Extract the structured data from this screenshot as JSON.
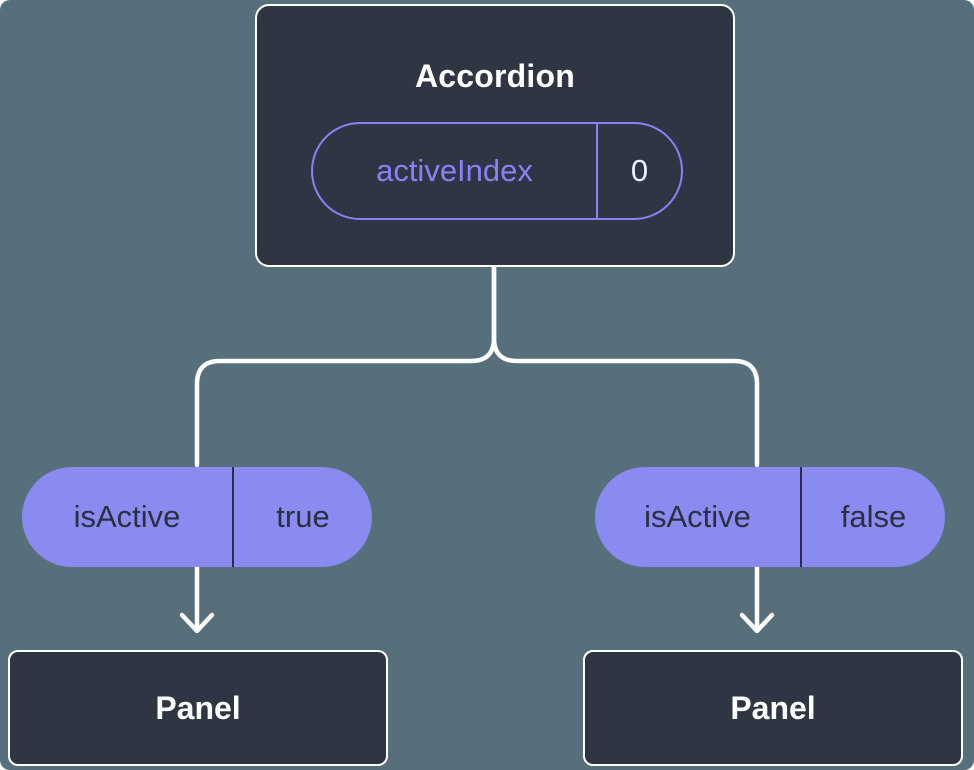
{
  "root": {
    "title": "Accordion",
    "prop_label": "activeIndex",
    "prop_value": "0"
  },
  "children": [
    {
      "prop_label": "isActive",
      "prop_value": "true",
      "node_title": "Panel"
    },
    {
      "prop_label": "isActive",
      "prop_value": "false",
      "node_title": "Panel"
    }
  ],
  "colors": {
    "background": "#566f7a",
    "box_background": "#2e3543",
    "box_border": "#ffffff",
    "accent_purple": "#8b80f8",
    "pill_background": "#898bf0",
    "pill_text": "#2a3040",
    "connector": "#ffffff"
  }
}
